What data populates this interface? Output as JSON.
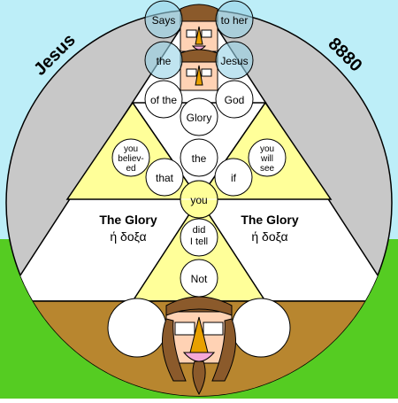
{
  "labels": {
    "left_name": "Jesus",
    "right_number": "8880",
    "glory_left": "The Glory",
    "greek_left": "ή δοξα",
    "glory_right": "The Glory",
    "greek_right": "ή δοξα"
  },
  "circles": {
    "says": "Says",
    "to_her": "to her",
    "the_1": "the",
    "jesus": "Jesus",
    "of_the": "of the",
    "god": "God",
    "glory": "Glory",
    "the_2": "the",
    "you_believed": [
      "you",
      "believ-",
      "ed"
    ],
    "that": "that",
    "if": "if",
    "you_will_see": [
      "you",
      "will",
      "see"
    ],
    "you": "you",
    "did_i_tell": [
      "did",
      "I tell"
    ],
    "not": "Not"
  },
  "colors": {
    "sky": "#bdeef8",
    "ground": "#55cc22",
    "gray": "#c8c8c8",
    "yellow": "#ffff99",
    "brown": "#b8862f",
    "skin": "#ffd2b4",
    "hair": "#8b5a2b",
    "pink": "#f6a8d8",
    "orange": "#e8a000"
  }
}
